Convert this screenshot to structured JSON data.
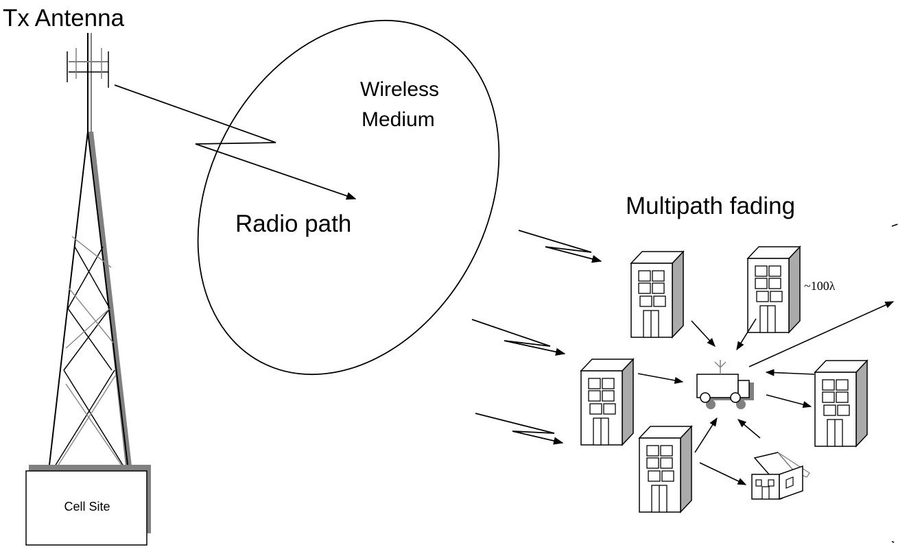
{
  "labels": {
    "tx_antenna": "Tx Antenna",
    "wireless": "Wireless",
    "medium": "Medium",
    "radio_path": "Radio path",
    "multipath": "Multipath fading",
    "cell_site": "Cell Site",
    "distance": "~100λ"
  },
  "colors": {
    "line": "#000000",
    "shadow": "#808080",
    "gray_line": "#8c8c8c",
    "background": "#ffffff"
  },
  "icons": {
    "tower": "transmission-tower-icon",
    "building": "building-icon",
    "house": "house-icon",
    "vehicle": "mobile-vehicle-icon"
  }
}
